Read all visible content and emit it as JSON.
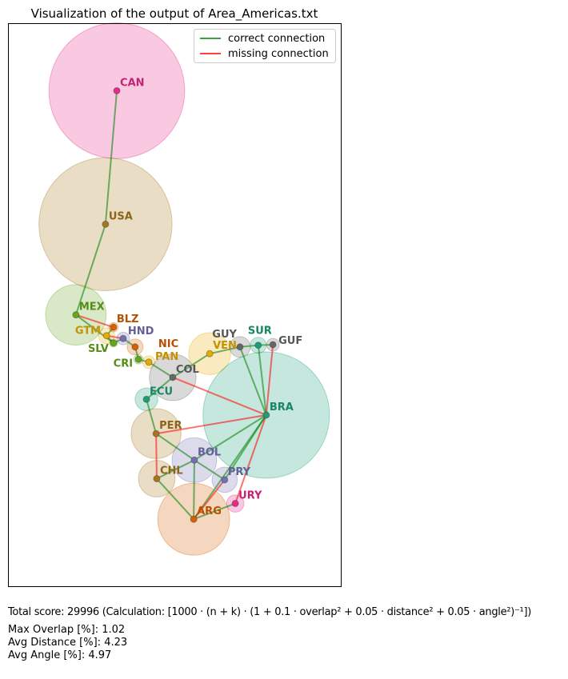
{
  "chart_data": {
    "type": "scatter",
    "title": "Visualization of the output of Area_Americas.txt",
    "xlabel": "",
    "ylabel": "",
    "xlim": [
      0,
      100
    ],
    "ylim": [
      0,
      100
    ],
    "grid": false,
    "legend": {
      "placement": "top-right",
      "entries": [
        {
          "label": "correct connection",
          "color": "#008000"
        },
        {
          "label": "missing connection",
          "color": "#ff0000"
        }
      ]
    },
    "nodes": [
      {
        "id": "CAN",
        "x": 32.7,
        "y": 88.0,
        "r": 20.4,
        "color": "#e7298a"
      },
      {
        "id": "USA",
        "x": 29.3,
        "y": 64.3,
        "r": 20.0,
        "color": "#a6761d"
      },
      {
        "id": "MEX",
        "x": 20.4,
        "y": 48.2,
        "r": 9.1,
        "color": "#66a61e"
      },
      {
        "id": "BLZ",
        "x": 31.7,
        "y": 46.0,
        "r": 1.4,
        "color": "#d95f02"
      },
      {
        "id": "GTM",
        "x": 29.6,
        "y": 44.5,
        "r": 2.4,
        "color": "#e6ab02"
      },
      {
        "id": "SLV",
        "x": 31.7,
        "y": 43.2,
        "r": 1.2,
        "color": "#66a61e"
      },
      {
        "id": "HND",
        "x": 34.6,
        "y": 44.0,
        "r": 1.9,
        "color": "#7570b3"
      },
      {
        "id": "NIC",
        "x": 38.2,
        "y": 42.5,
        "r": 2.4,
        "color": "#d95f02"
      },
      {
        "id": "CRI",
        "x": 39.2,
        "y": 40.3,
        "r": 1.4,
        "color": "#66a61e"
      },
      {
        "id": "PAN",
        "x": 42.3,
        "y": 39.8,
        "r": 1.9,
        "color": "#e6ab02"
      },
      {
        "id": "COL",
        "x": 49.5,
        "y": 37.1,
        "r": 7.0,
        "color": "#666666"
      },
      {
        "id": "VEN",
        "x": 60.6,
        "y": 41.3,
        "r": 6.3,
        "color": "#e6ab02"
      },
      {
        "id": "GUY",
        "x": 69.7,
        "y": 42.5,
        "r": 3.1,
        "color": "#666666"
      },
      {
        "id": "SUR",
        "x": 75.2,
        "y": 42.8,
        "r": 2.4,
        "color": "#1b9e77"
      },
      {
        "id": "GUF",
        "x": 79.6,
        "y": 42.9,
        "r": 1.9,
        "color": "#666666"
      },
      {
        "id": "BRA",
        "x": 77.6,
        "y": 30.4,
        "r": 19.0,
        "color": "#1b9e77"
      },
      {
        "id": "ECU",
        "x": 41.6,
        "y": 33.2,
        "r": 3.4,
        "color": "#1b9e77"
      },
      {
        "id": "PER",
        "x": 44.5,
        "y": 27.1,
        "r": 7.5,
        "color": "#a6761d"
      },
      {
        "id": "BOL",
        "x": 56.0,
        "y": 22.4,
        "r": 6.7,
        "color": "#7570b3"
      },
      {
        "id": "PRY",
        "x": 65.1,
        "y": 18.9,
        "r": 3.8,
        "color": "#7570b3"
      },
      {
        "id": "CHL",
        "x": 44.7,
        "y": 19.1,
        "r": 5.5,
        "color": "#a6761d"
      },
      {
        "id": "ARG",
        "x": 55.8,
        "y": 11.9,
        "r": 10.8,
        "color": "#d95f02"
      },
      {
        "id": "URY",
        "x": 68.3,
        "y": 14.7,
        "r": 2.6,
        "color": "#e7298a"
      }
    ],
    "edges": [
      [
        "CAN",
        "USA",
        "correct"
      ],
      [
        "USA",
        "MEX",
        "correct"
      ],
      [
        "MEX",
        "SLV",
        "correct"
      ],
      [
        "MEX",
        "BLZ",
        "missing"
      ],
      [
        "GTM",
        "BLZ",
        "correct"
      ],
      [
        "GTM",
        "SLV",
        "correct"
      ],
      [
        "GTM",
        "HND",
        "missing"
      ],
      [
        "SLV",
        "HND",
        "correct"
      ],
      [
        "HND",
        "NIC",
        "correct"
      ],
      [
        "NIC",
        "CRI",
        "correct"
      ],
      [
        "CRI",
        "PAN",
        "correct"
      ],
      [
        "PAN",
        "COL",
        "correct"
      ],
      [
        "COL",
        "VEN",
        "correct"
      ],
      [
        "VEN",
        "GUY",
        "correct"
      ],
      [
        "GUY",
        "SUR",
        "correct"
      ],
      [
        "SUR",
        "GUF",
        "correct"
      ],
      [
        "GUY",
        "BRA",
        "correct"
      ],
      [
        "SUR",
        "BRA",
        "correct"
      ],
      [
        "GUF",
        "BRA",
        "missing"
      ],
      [
        "COL",
        "BRA",
        "missing"
      ],
      [
        "COL",
        "ECU",
        "correct"
      ],
      [
        "ECU",
        "PER",
        "correct"
      ],
      [
        "PER",
        "BRA",
        "missing"
      ],
      [
        "PER",
        "BOL",
        "correct"
      ],
      [
        "PER",
        "CHL",
        "missing"
      ],
      [
        "BOL",
        "CHL",
        "correct"
      ],
      [
        "BOL",
        "BRA",
        "correct"
      ],
      [
        "BOL",
        "ARG",
        "correct"
      ],
      [
        "BOL",
        "PRY",
        "correct"
      ],
      [
        "CHL",
        "ARG",
        "correct"
      ],
      [
        "ARG",
        "BRA",
        "correct"
      ],
      [
        "PRY",
        "BRA",
        "correct"
      ],
      [
        "URY",
        "BRA",
        "missing"
      ],
      [
        "ARG",
        "URY",
        "correct"
      ],
      [
        "ARG",
        "PRY",
        "missing"
      ]
    ]
  },
  "footer": {
    "score_text": "Total score: 29996  (Calculation: [1000 · (n + k) · (1 + 0.1 · overlap² + 0.05 · distance² + 0.05 · angle²)⁻¹])",
    "max_overlap": "Max Overlap [%]: 1.02",
    "avg_distance": "Avg Distance [%]: 4.23",
    "avg_angle": "Avg Angle [%]: 4.97"
  }
}
